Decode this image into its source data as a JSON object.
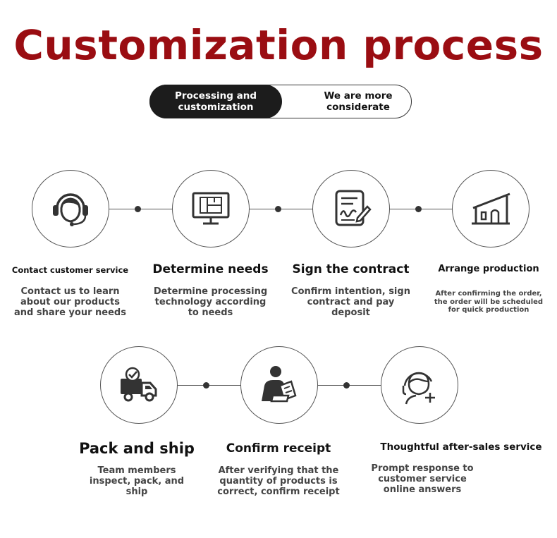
{
  "title": "Customization process",
  "tabs": {
    "left": "Processing and\ncustomization",
    "right": "We are more\nconsiderate"
  },
  "steps": [
    {
      "icon": "headset-agent-icon",
      "title": "Contact customer service",
      "desc": "Contact us to learn\nabout our products\nand share your needs"
    },
    {
      "icon": "monitor-floorplan-icon",
      "title": "Determine needs",
      "desc": "Determine processing\ntechnology according\nto needs"
    },
    {
      "icon": "contract-signature-icon",
      "title": "Sign the contract",
      "desc": "Confirm intention, sign\ncontract and pay\ndeposit"
    },
    {
      "icon": "factory-icon",
      "title": "Arrange production",
      "desc": "After confirming the order,\nthe order will be scheduled\nfor quick production"
    },
    {
      "icon": "delivery-truck-icon",
      "title": "Pack and ship",
      "desc": "Team members\ninspect, pack, and\nship"
    },
    {
      "icon": "person-clipboard-icon",
      "title": "Confirm receipt",
      "desc": "After verifying that the\nquantity of products is\ncorrect, confirm receipt"
    },
    {
      "icon": "support-agent-plus-icon",
      "title": "Thoughtful after-sales service",
      "desc": "Prompt response to\ncustomer service\nonline answers"
    }
  ],
  "colors": {
    "title": "#9a0d12",
    "pill_dark": "#1c1c1c",
    "line": "#555555"
  }
}
